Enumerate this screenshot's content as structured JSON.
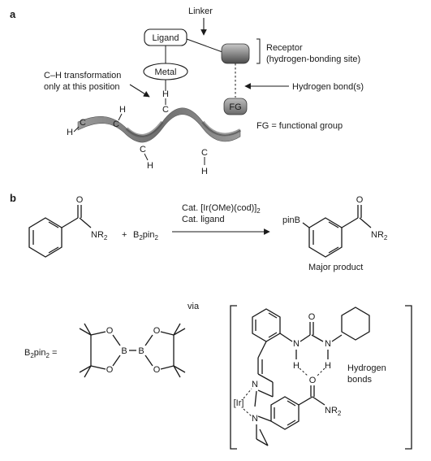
{
  "panel_a": {
    "label": "a",
    "linker": "Linker",
    "ligand": "Ligand",
    "metal": "Metal",
    "receptor_line1": "Receptor",
    "receptor_line2": "(hydrogen-bonding site)",
    "hbond_label": "Hydrogen bond(s)",
    "fg": "FG",
    "fg_legend": "FG = functional group",
    "ch_line1": "C–H transformation",
    "ch_line2": "only at this position",
    "atom_c": "C",
    "atom_h": "H"
  },
  "panel_b": {
    "label": "b",
    "reagent_plus": "+",
    "b2pin2_main": "B",
    "b2pin2_sub1": "2",
    "b2pin2_pin": "pin",
    "b2pin2_sub2": "2",
    "cond_line1_a": "Cat. [Ir(OMe)(cod)]",
    "cond_line1_sub": "2",
    "cond_line2": "Cat. ligand",
    "nr2_main": "NR",
    "nr2_sub": "2",
    "pinb": "pinB",
    "major_product": "Major product",
    "via": "via",
    "b2pin2_eq": "=",
    "atom_o": "O",
    "atom_b": "B",
    "atom_n": "N",
    "atom_h": "H",
    "ir": "[Ir]",
    "hbonds_line1": "Hydrogen",
    "hbonds_line2": "bonds"
  }
}
